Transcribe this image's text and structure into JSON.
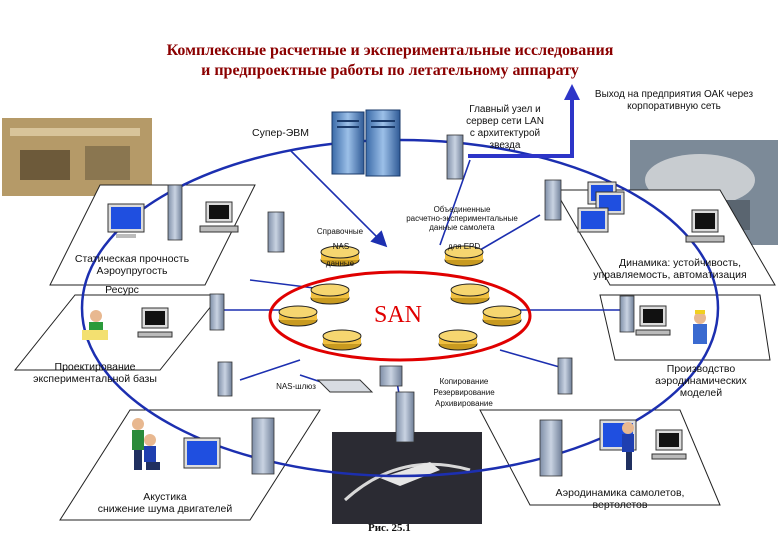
{
  "title": {
    "line1": "Комплексные расчетные и экспериментальные исследования",
    "line2": "и предпроектные работы по летательному аппарату"
  },
  "nodes": {
    "supercomputer": "Супер-ЭВМ",
    "main_server_1": "Главный узел и",
    "main_server_2": "сервер сети LAN",
    "main_server_3": "с архитектурой",
    "main_server_4": "звезда",
    "oak_exit_1": "Выход на предприятия ОАК через",
    "oak_exit_2": "корпоративную сеть",
    "static_1": "Статическая прочность",
    "static_2": "Аэроупругость",
    "resource": "Ресурс",
    "dynamics_1": "Динамика: устойчивость,",
    "dynamics_2": "управляемость, автоматизация",
    "design_1": "Проектирование",
    "design_2": "экспериментальной базы",
    "production_1": "Производство",
    "production_2": "аэродинамических",
    "production_3": "моделей",
    "acoustics_1": "Акустика",
    "acoustics_2": "снижение шума двигателей",
    "aero_1": "Аэродинамика самолетов,",
    "aero_2": "вертолетов"
  },
  "storage": {
    "reference": "Справочные",
    "data": "данные",
    "nas": "NAS",
    "combined_1": "Объединенные",
    "combined_2": "расчетно-экспериментальные",
    "combined_3": "данные самолета",
    "for_epd": "для ЕРD",
    "san": "SAN",
    "nas_gateway": "NAS-шлюз",
    "copy": "Копирование",
    "backup": "Резервирование",
    "archive": "Архивирование"
  },
  "caption": "Рис. 25.1",
  "colors": {
    "ring": "#1c2fb0",
    "san_ring": "#e00000",
    "arrow": "#2d35c8",
    "title": "#8b0000",
    "disk": "#f0c040"
  },
  "icons": [
    "server-icon",
    "monitor-icon",
    "person-icon",
    "disk-icon",
    "photo-icon"
  ]
}
